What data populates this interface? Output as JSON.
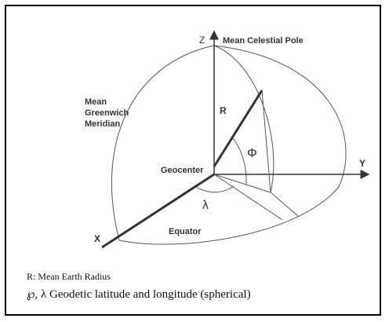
{
  "labels": {
    "z_axis": "Z",
    "y_axis": "Y",
    "x_axis": "X",
    "pole": "Mean Celestial Pole",
    "radius": "R",
    "meridian": [
      "Mean",
      "Greenwich",
      "Meridian"
    ],
    "geocenter": "Geocenter",
    "latitude_symbol": "Φ",
    "longitude_symbol": "λ",
    "equator": "Equator"
  },
  "caption": {
    "line1": "R: Mean Earth Radius",
    "line2_symbols": "℘, λ",
    "line2_text": " Geodetic latitude and longitude (spherical)"
  }
}
